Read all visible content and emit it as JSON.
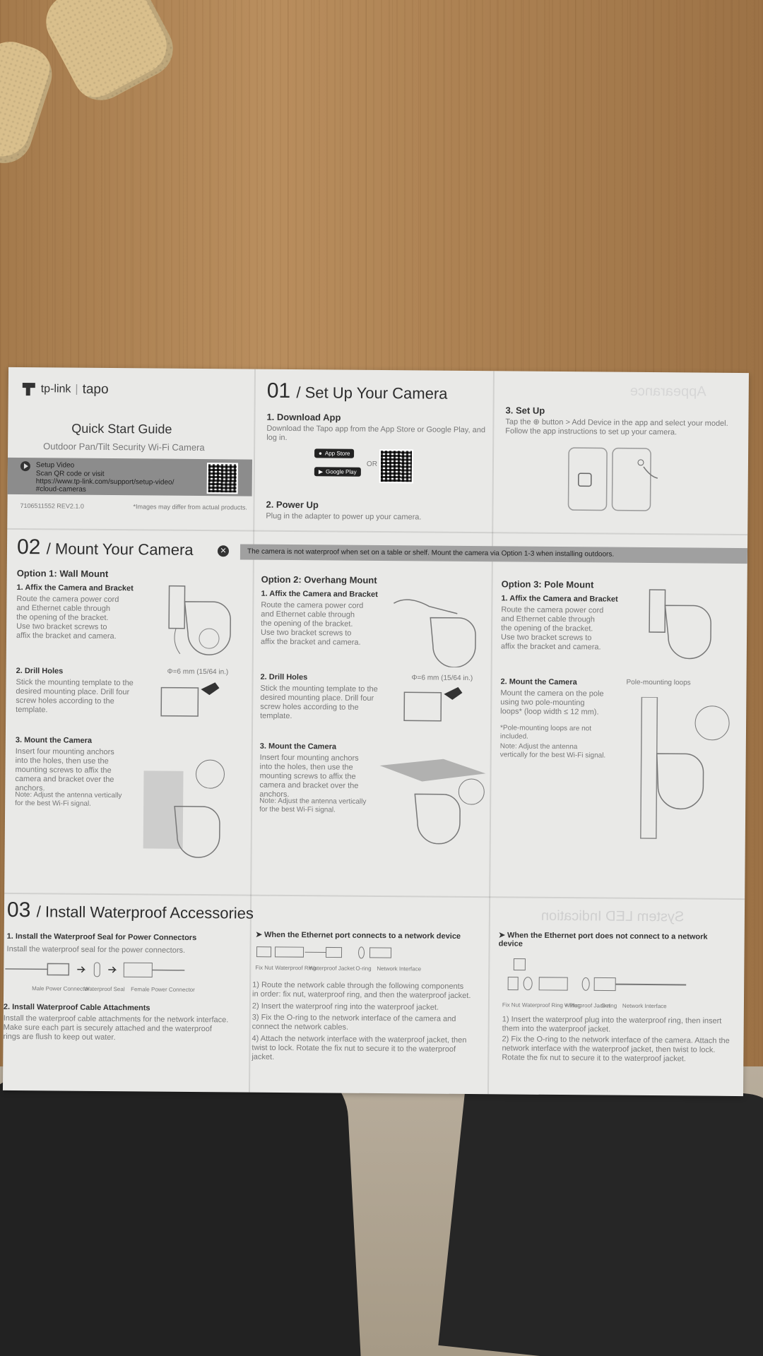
{
  "brand": {
    "tplink": "tp-link",
    "tapo": "tapo"
  },
  "cover": {
    "title": "Quick Start Guide",
    "subtitle": "Outdoor Pan/Tilt Security Wi-Fi Camera",
    "setup_video": "Setup Video",
    "scan_text": "Scan QR code or visit",
    "url": "https://www.tp-link.com/support/setup-video/",
    "url2": "#cloud-cameras",
    "model_code": "7106511552 REV2.1.0",
    "disclaimer": "*Images may differ from actual products."
  },
  "s01": {
    "number": "01",
    "title": "/ Set Up Your Camera",
    "download_title": "1. Download App",
    "download_body": "Download the Tapo app from the App Store or Google Play, and log in.",
    "app_store": "App Store",
    "google_play": "Google Play",
    "or": "OR",
    "power_title": "2. Power Up",
    "power_body": "Plug in the adapter to power up your camera.",
    "setup_title": "3. Set Up",
    "setup_body": "Tap the ⊕ button > Add Device in the app and select your model. Follow the app instructions to set up your camera."
  },
  "s02": {
    "number": "02",
    "title": "/ Mount Your Camera",
    "warning": "The camera is not waterproof when set on a table or shelf. Mount the camera via Option 1-3 when installing outdoors.",
    "opt1": "Option 1: Wall Mount",
    "opt2": "Option 2: Overhang Mount",
    "opt3": "Option 3: Pole Mount",
    "affix_title": "1. Affix the Camera and Bracket",
    "affix_body": "Route the camera power cord and Ethernet cable through the opening of the bracket. Use two bracket screws to affix the bracket and camera.",
    "drill_title": "2. Drill Holes",
    "drill_size": "Φ=6 mm (15/64 in.)",
    "drill_body": "Stick the mounting template to the desired mounting place. Drill four screw holes according to the template.",
    "mount_title": "3. Mount the Camera",
    "mount_body": "Insert four mounting anchors into the holes, then use the mounting screws to affix the camera and bracket over the anchors.",
    "antenna_note": "Note: Adjust the antenna vertically for the best Wi-Fi signal.",
    "pole_title": "2. Mount the Camera",
    "pole_loops_label": "Pole-mounting loops",
    "pole_body": "Mount the camera on the pole using two pole-mounting loops* (loop width ≤ 12 mm).",
    "pole_note": "*Pole-mounting loops are not included."
  },
  "s03": {
    "number": "03",
    "title": "/ Install Waterproof Accessories",
    "seal_title": "1. Install the Waterproof Seal for Power Connectors",
    "seal_body": "Install the waterproof seal for the power connectors.",
    "male": "Male Power Connector",
    "seal": "Waterproof Seal",
    "female": "Female Power Connector",
    "cable_title": "2. Install Waterproof Cable Attachments",
    "cable_body": "Install the waterproof cable attachments for the network interface. Make sure each part is securely attached and the waterproof rings are flush to keep out water.",
    "eth_yes": "➤ When the Ethernet port connects to a network device",
    "parts_yes": [
      "Fix Nut",
      "Waterproof Ring",
      "Waterproof Jacket",
      "O-ring",
      "Network Interface"
    ],
    "eth_yes_steps": [
      "1) Route the network cable through the following components in order: fix nut, waterproof ring, and then the waterproof jacket.",
      "2) Insert the waterproof ring into the waterproof jacket.",
      "3) Fix the O-ring to the network interface of the camera and connect the network cables.",
      "4) Attach the network interface with the waterproof jacket, then twist to lock. Rotate the fix nut to secure it to the waterproof jacket."
    ],
    "eth_no": "➤ When the Ethernet port does not connect to a network device",
    "parts_no": [
      "Fix Nut",
      "Waterproof Ring + Plug",
      "Waterproof Jacket",
      "O-ring",
      "Network Interface"
    ],
    "eth_no_steps": [
      "1) Insert the waterproof plug into the waterproof ring, then insert them into the waterproof jacket.",
      "2) Fix the O-ring to the network interface of the camera. Attach the network interface with the waterproof jacket, then twist to lock. Rotate the fix nut to secure it to the waterproof jacket."
    ],
    "ghost_top": "Appearance",
    "ghost_bottom": "System LED Indication"
  },
  "colors": {
    "paper": "#e9e9e7",
    "band": "#8c8c8c",
    "wood": "#b08556",
    "pants": "#222222"
  }
}
